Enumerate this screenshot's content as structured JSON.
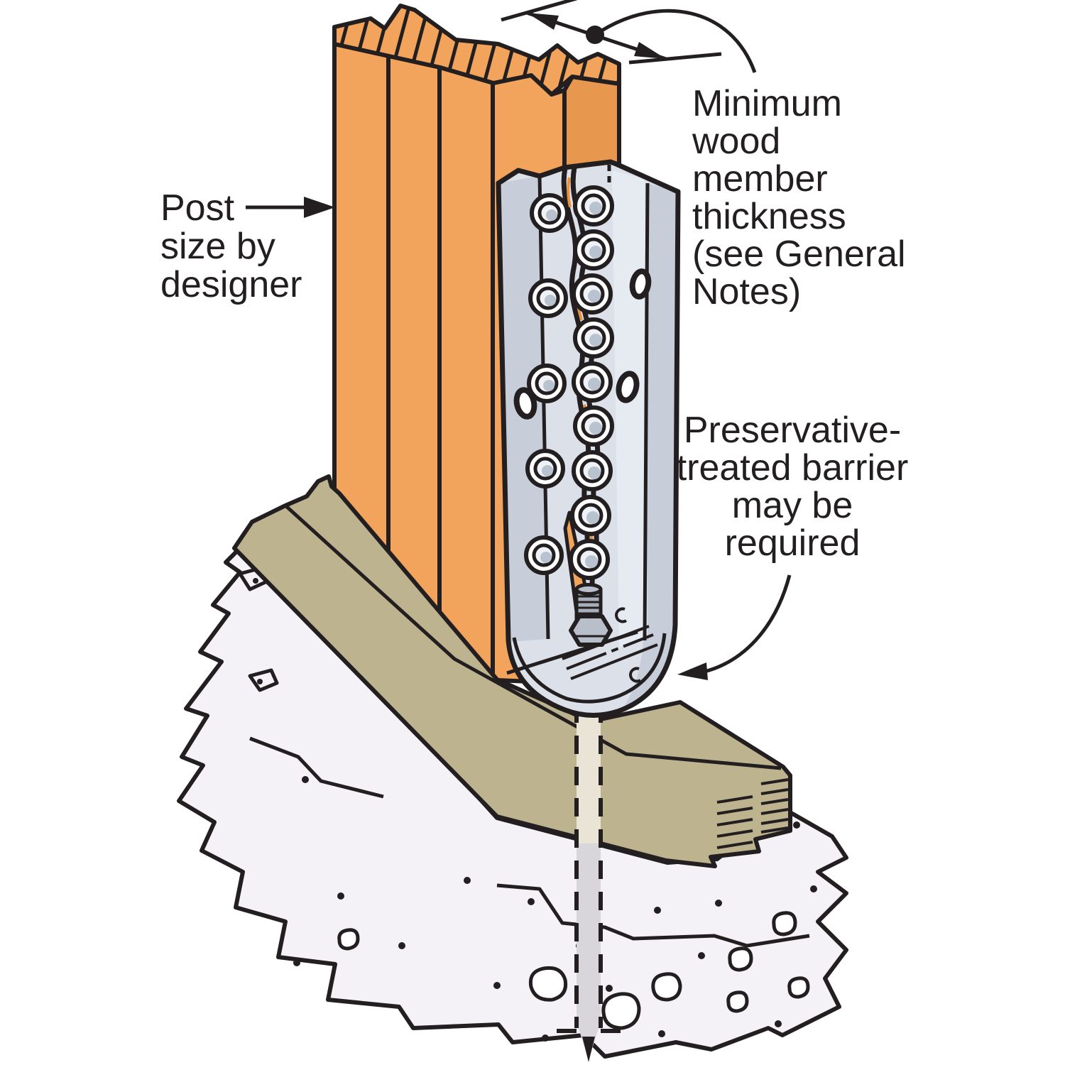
{
  "figure": {
    "labels": {
      "post": {
        "lines": [
          "Post",
          "size by",
          "designer"
        ]
      },
      "min_thickness": {
        "lines": [
          "Minimum",
          "wood",
          "member",
          "thickness",
          "(see General",
          "Notes)"
        ]
      },
      "preservative": {
        "lines": [
          "Preservative-",
          "treated barrier",
          "may be",
          "required"
        ]
      }
    },
    "colors": {
      "wood_front": "#f2a45c",
      "wood_side": "#e8974e",
      "wood_seam": "#e8913f",
      "sill": "#bdb38f",
      "steel": "#dbe0e9",
      "steel_shade": "#c7ced9",
      "steel_light": "#e6eaf1",
      "metal_dark": "#a8aeb9",
      "metal_mid": "#b9bfca",
      "concrete": "#f4f2f6",
      "anchor_over_wood": "#e9e4d5",
      "anchor_over_concrete": "#d8d6da",
      "outline": "#231f20"
    }
  }
}
